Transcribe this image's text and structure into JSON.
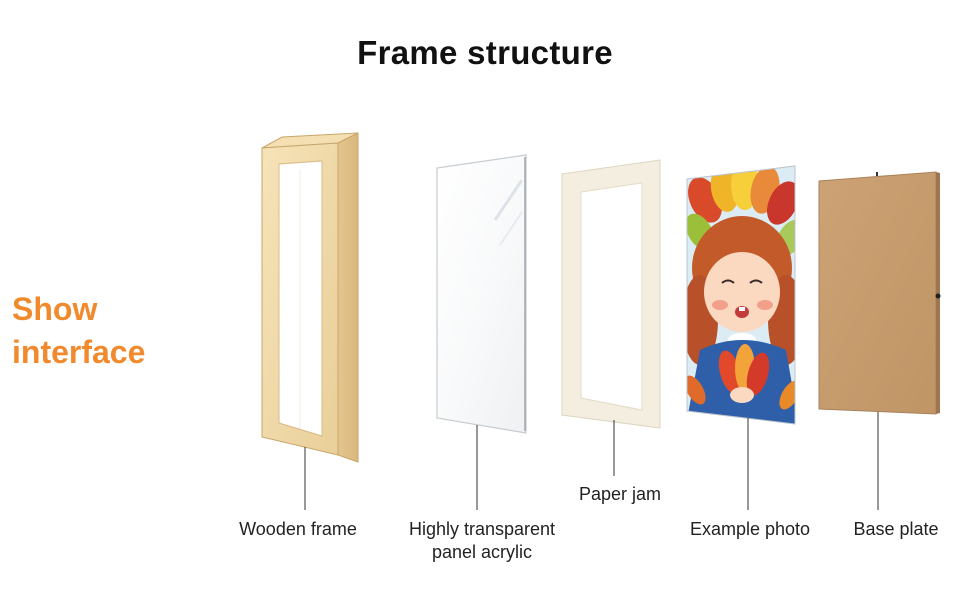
{
  "title": "Frame structure",
  "side_label": {
    "line1": "Show",
    "line2": "interface"
  },
  "components": [
    {
      "label": [
        "Wooden frame"
      ]
    },
    {
      "label": [
        "Highly transparent",
        "panel acrylic"
      ]
    },
    {
      "label": [
        "Paper jam"
      ]
    },
    {
      "label": [
        "Example photo"
      ]
    },
    {
      "label": [
        "Base plate"
      ]
    }
  ],
  "colors": {
    "accent": "#f08a2c",
    "wood": "#f0d9a8",
    "mat": "#f3eedf",
    "board": "#c49a6c"
  }
}
